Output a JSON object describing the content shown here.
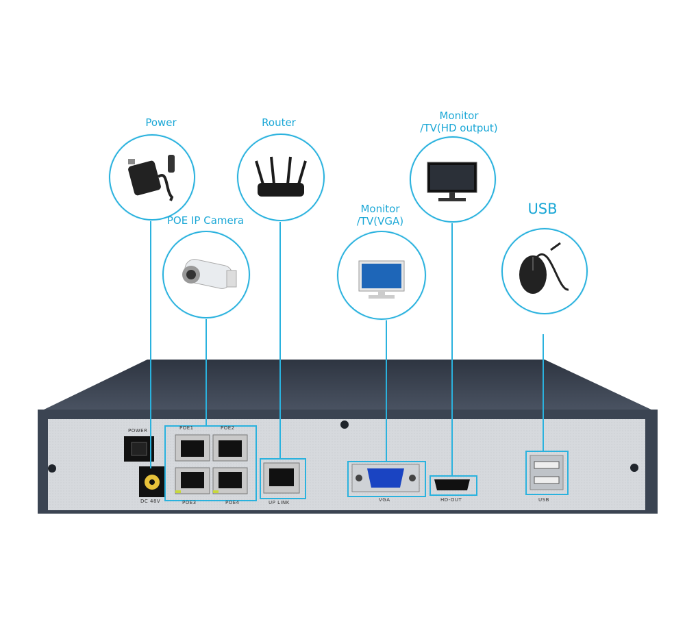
{
  "labels": {
    "power": "Power",
    "router": "Router",
    "monitor_hd": "Monitor\n/TV(HD output)",
    "poe_camera": "POE IP Camera",
    "monitor_vga": "Monitor\n/TV(VGA)",
    "usb": "USB"
  },
  "panel": {
    "power": "POWER",
    "dc": "DC 48V",
    "poe1": "POE1",
    "poe2": "POE2",
    "poe3": "POE3",
    "poe4": "POE4",
    "uplink": "UP LINK",
    "vga": "VGA",
    "hdout": "HD-OUT",
    "usb": "USB"
  },
  "colors": {
    "accent": "#2ab2de",
    "label": "#1aa7d6",
    "chassis": "#3b4452",
    "panel": "#d9dce0"
  },
  "icons": [
    "power-adapter-icon",
    "router-icon",
    "monitor-icon",
    "camera-icon",
    "monitor-icon",
    "mouse-icon"
  ]
}
